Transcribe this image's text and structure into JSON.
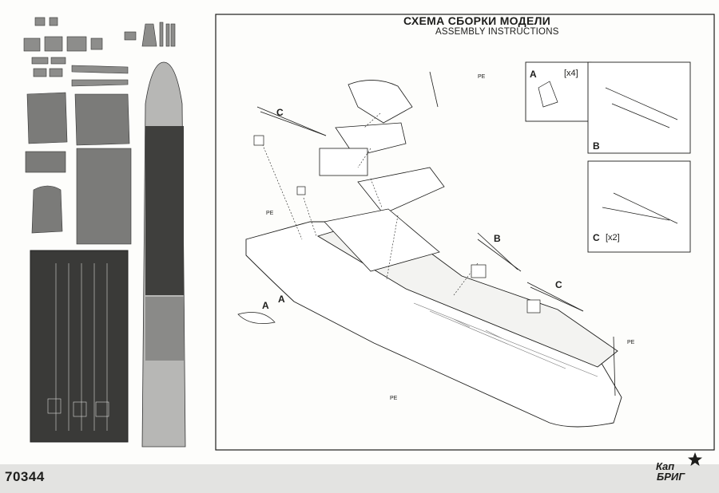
{
  "header": {
    "title_ru": "СХЕМА СБОРКИ МОДЕЛИ",
    "title_en": "ASSEMBLY INSTRUCTIONS"
  },
  "callouts": {
    "c_main": "C",
    "a_left_top": "A",
    "a_left_bottom": "A",
    "b_main": "B",
    "c_right": "C",
    "pe": "PE"
  },
  "detail_a": {
    "label": "A",
    "multiplier": "[x4]"
  },
  "detail_b": {
    "label": "B"
  },
  "detail_c": {
    "label": "C",
    "multiplier": "[x2]"
  },
  "footer": {
    "code": "70344",
    "brand_line1": "Кап",
    "brand_line2": "БРИГ"
  },
  "colors": {
    "line": "#1d1d1b",
    "panel_grey": "#9a9a98",
    "dark_grey": "#5e5e5c",
    "photoetch": "#3a3a38",
    "footer_band": "#e3e3e1"
  }
}
